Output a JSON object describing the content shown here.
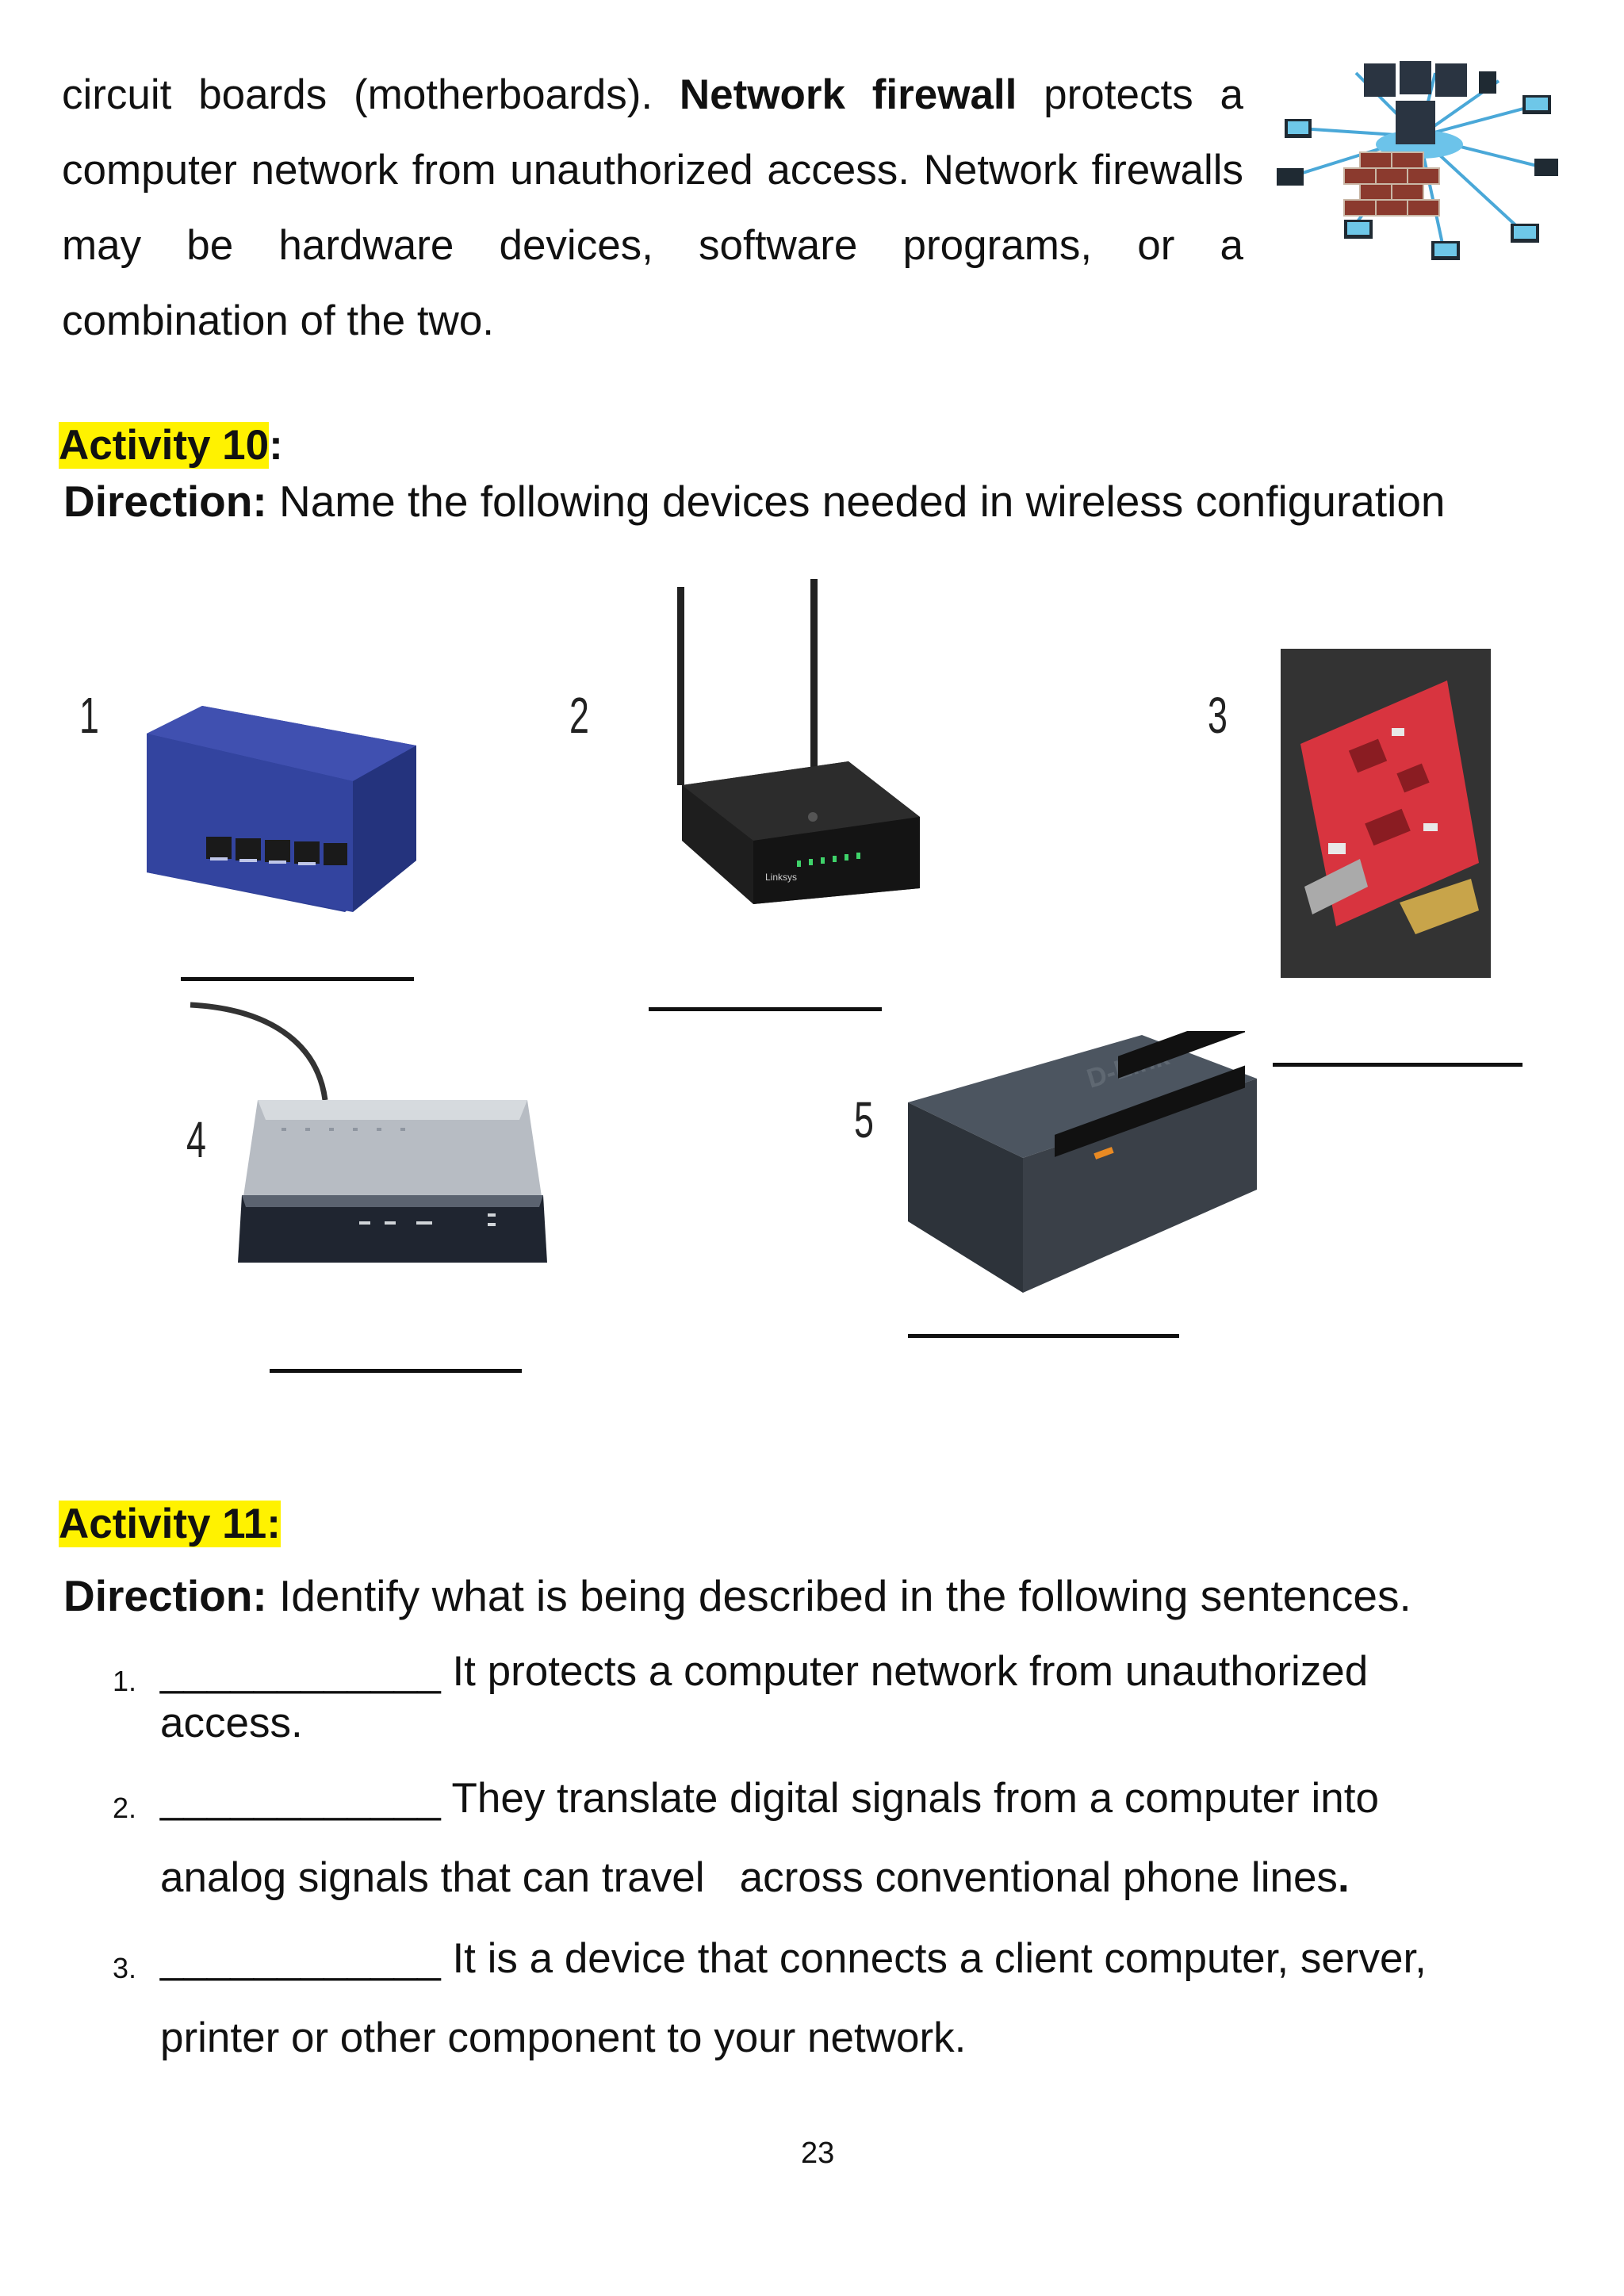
{
  "intro": {
    "line1_pre": "circuit boards (motherboards). ",
    "firewall_term": "Network firewall",
    "line1_post": " protects a computer network from unauthorized access. Network firewalls may be hardware devices, software programs, or a combination of the two."
  },
  "activity10": {
    "label": "Activity 10",
    "colon": ":",
    "direction_label": "Direction:",
    "direction_text": " Name the following devices needed in wireless configuration",
    "devices": [
      {
        "number": "1",
        "icon": "network-hub-icon"
      },
      {
        "number": "2",
        "icon": "wireless-router-icon"
      },
      {
        "number": "3",
        "icon": "network-card-icon"
      },
      {
        "number": "4",
        "icon": "modem-icon"
      },
      {
        "number": "5",
        "icon": "network-switch-icon"
      }
    ],
    "switch_brand": "D-Link",
    "router_brand": "Linksys"
  },
  "activity11": {
    "label": "Activity 11:",
    "direction_label": "Direction:",
    "direction_text": " Identify what is being described in the following sentences.",
    "items": [
      {
        "num": "1.",
        "blank": "____________",
        "line_a": " It protects a computer network from unauthorized",
        "line_b": "access."
      },
      {
        "num": "2.",
        "blank": "____________",
        "line_a": " They translate digital signals from a computer into",
        "line_b": "analog signals that can travel   across conventional phone lines",
        "line_b_end": "."
      },
      {
        "num": "3.",
        "blank": "____________",
        "line_a": " It is a device that connects a client computer, server,",
        "line_b": "printer or other component to your network."
      }
    ]
  },
  "page_number": "23",
  "colors": {
    "highlight": "#fff200",
    "text": "#111111",
    "hub_blue": "#2e3f96",
    "nic_red": "#d8343f"
  }
}
